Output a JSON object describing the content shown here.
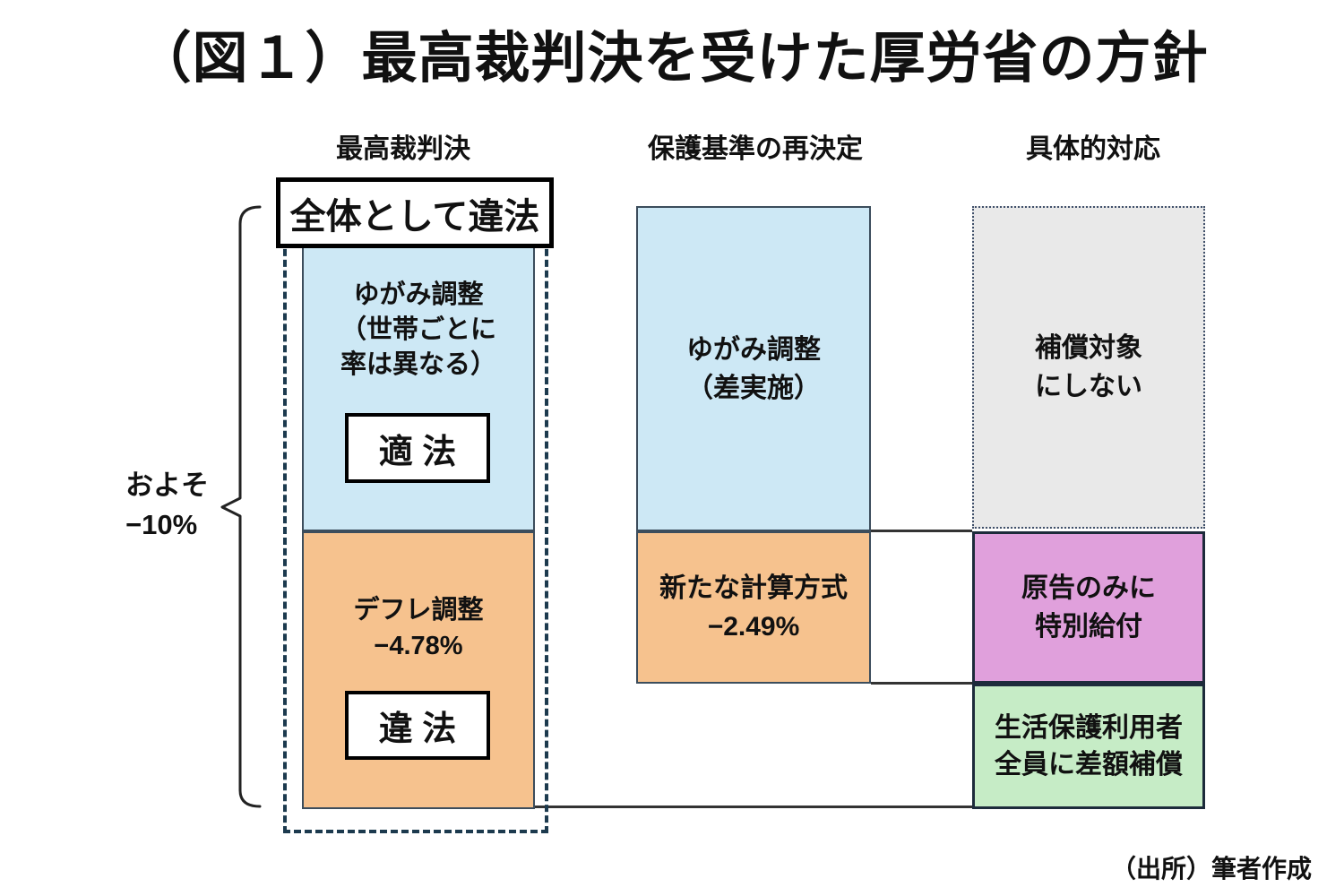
{
  "title": "（図１）最高裁判決を受けた厚労省の方針",
  "column_headers": [
    "最高裁判決",
    "保護基準の再決定",
    "具体的対応"
  ],
  "left_annotation": {
    "lines": [
      "およそ",
      "−10%"
    ]
  },
  "supreme_court": {
    "overall_verdict": "全体として違法",
    "distortion_adjustment": {
      "lines": [
        "ゆがみ調整",
        "（世帯ごとに",
        "率は異なる）"
      ],
      "verdict": "適 法"
    },
    "deflation_adjustment": {
      "lines": [
        "デフレ調整",
        "−4.78%"
      ],
      "verdict": "違 法"
    }
  },
  "redecision": {
    "distortion_adjustment": {
      "lines": [
        "ゆがみ調整",
        "（差実施）"
      ]
    },
    "new_calculation": {
      "lines": [
        "新たな計算方式",
        "−2.49%"
      ]
    }
  },
  "response": {
    "no_compensation": {
      "lines": [
        "補償対象",
        "にしない"
      ]
    },
    "plaintiffs_only": {
      "lines": [
        "原告のみに",
        "特別給付"
      ]
    },
    "all_recipients": {
      "lines": [
        "生活保護利用者",
        "全員に差額補償"
      ]
    }
  },
  "source": "（出所）筆者作成",
  "colors": {
    "blue": "#cde8f5",
    "orange": "#f6c28e",
    "gray": "#e9e9e9",
    "purple": "#e0a0dc",
    "green": "#c6ecc6",
    "dashed_border": "#1c3a4e",
    "connector": "#333333"
  }
}
